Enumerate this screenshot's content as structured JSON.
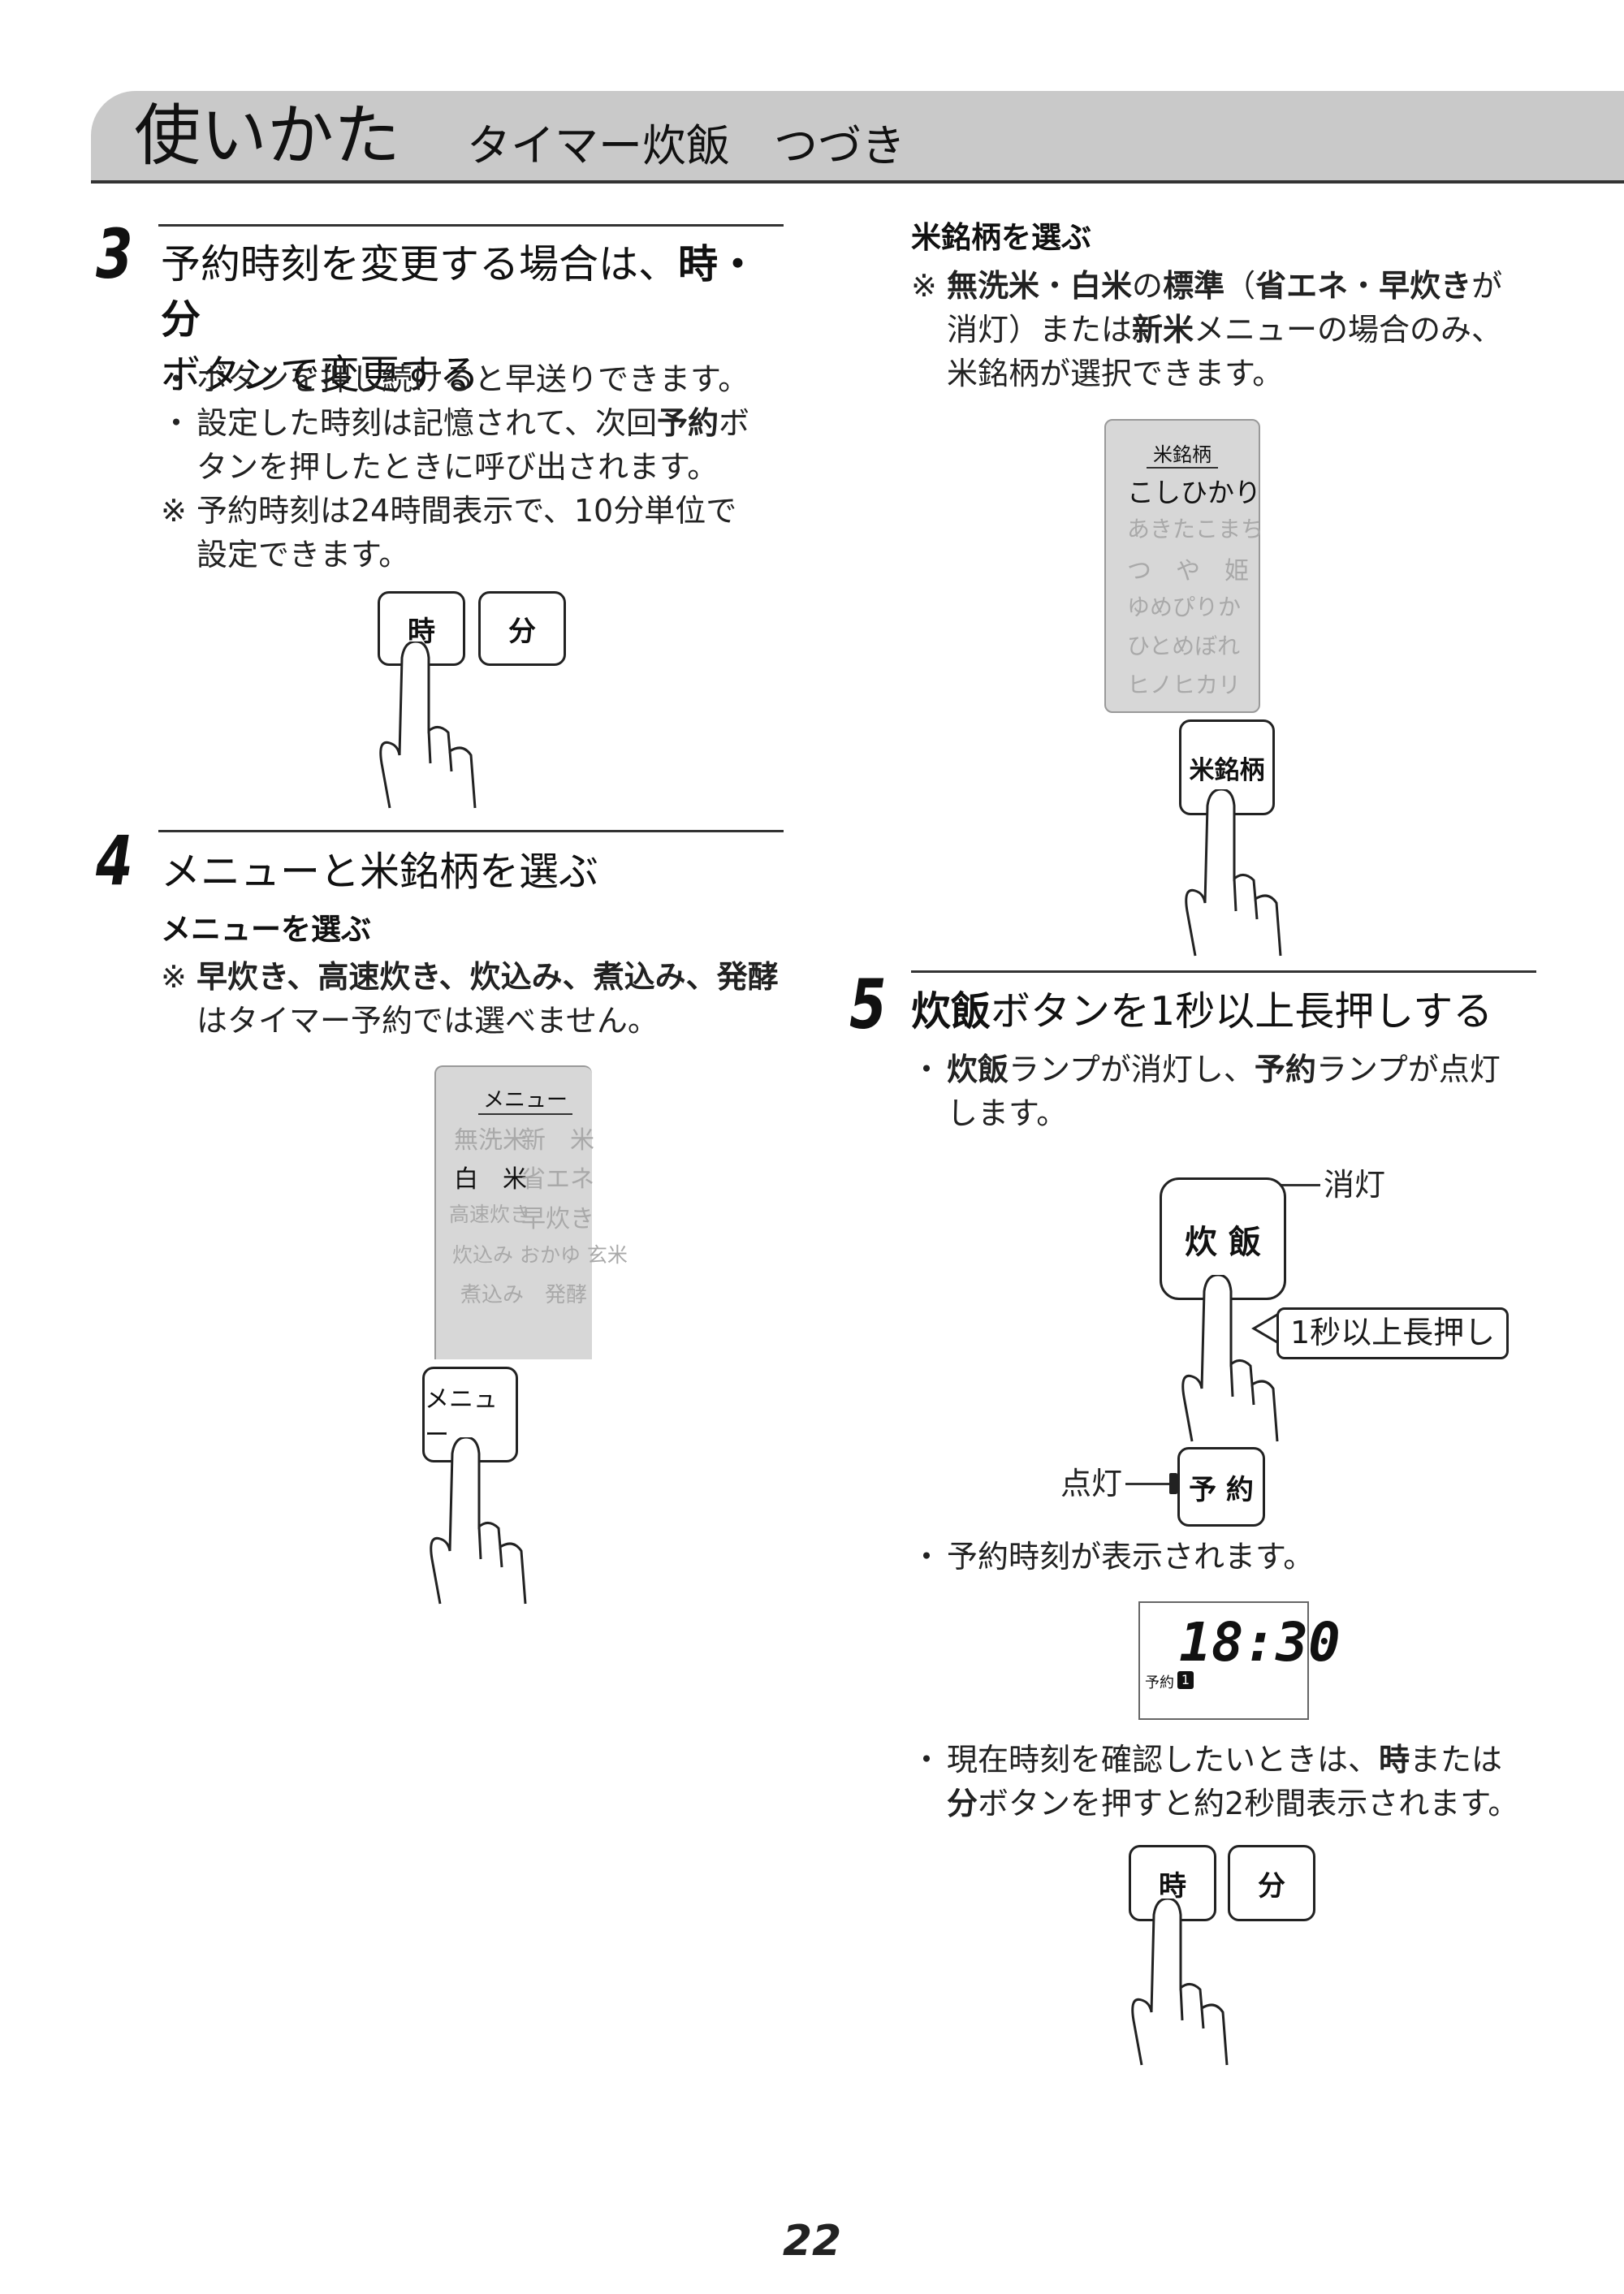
{
  "header": {
    "title": "使いかた",
    "subtitle": "タイマー炊飯　つづき"
  },
  "step3": {
    "number": "3",
    "heading_a": "予約時刻を変更する場合は、",
    "heading_b": "時・分",
    "heading_c": "ボタンで変更する",
    "bullet1": "ボタンを押し続けると早送りできます。",
    "bullet2_a": "設定した時刻は記憶されて、次回",
    "bullet2_b": "予約",
    "bullet2_c": "ボ",
    "bullet2_d": "タンを押したときに呼び出されます。",
    "note_a": "予約時刻は24時間表示で、10分単位で",
    "note_b": "設定できます。",
    "btn_hour": "時",
    "btn_minute": "分"
  },
  "step4": {
    "number": "4",
    "heading": "メニューと米銘柄を選ぶ",
    "subhead": "メニューを選ぶ",
    "note_a": "早炊き、高速炊き、炊込み、煮込み、発酵",
    "note_b": "はタイマー予約では選べません。",
    "menu_panel": {
      "title": "メニュー",
      "rows": [
        [
          "無洗米",
          "新　米"
        ],
        [
          "白　米",
          "省エネ"
        ],
        [
          "高速炊き",
          "早炊き"
        ],
        [
          "炊込み おかゆ 玄米"
        ],
        [
          "煮込み　発酵"
        ]
      ]
    },
    "menu_button": "メニュー"
  },
  "rice": {
    "subhead": "米銘柄を選ぶ",
    "note_1": "無洗米",
    "note_2": "・",
    "note_3": "白米",
    "note_4": "の",
    "note_5": "標準",
    "note_6": "（",
    "note_7": "省エネ",
    "note_8": "・",
    "note_9": "早炊き",
    "note_10": "が",
    "note_line2_a": "消灯）または",
    "note_line2_b": "新米",
    "note_line2_c": "メニューの場合のみ、",
    "note_line3": "米銘柄が選択できます。",
    "panel_title": "米銘柄",
    "brands": [
      "こしひかり",
      "あきたこまち",
      "つ　や　姫",
      "ゆめぴりか",
      "ひとめぼれ",
      "ヒノヒカリ"
    ],
    "button": "米銘柄"
  },
  "step5": {
    "number": "5",
    "heading_a": "炊飯",
    "heading_b": "ボタンを1秒以上長押しする",
    "bullet1_a": "炊飯",
    "bullet1_b": "ランプが消灯し、",
    "bullet1_c": "予約",
    "bullet1_d": "ランプが点灯",
    "bullet1_e": "します。",
    "lamp_off": "消灯",
    "cook_button": "炊 飯",
    "long_press": "1秒以上長押し",
    "lamp_on": "点灯",
    "reserve_button": "予 約",
    "bullet2": "予約時刻が表示されます。",
    "display_time": "18:30",
    "display_label": "予約",
    "display_index": "1",
    "bullet3_a": "現在時刻を確認したいときは、",
    "bullet3_b": "時",
    "bullet3_c": "または",
    "bullet3_d": "分",
    "bullet3_e": "ボタンを押すと約2秒間表示されます。",
    "btn_hour": "時",
    "btn_minute": "分"
  },
  "marks": {
    "bullet": "・",
    "note": "※"
  },
  "page_number": "22"
}
